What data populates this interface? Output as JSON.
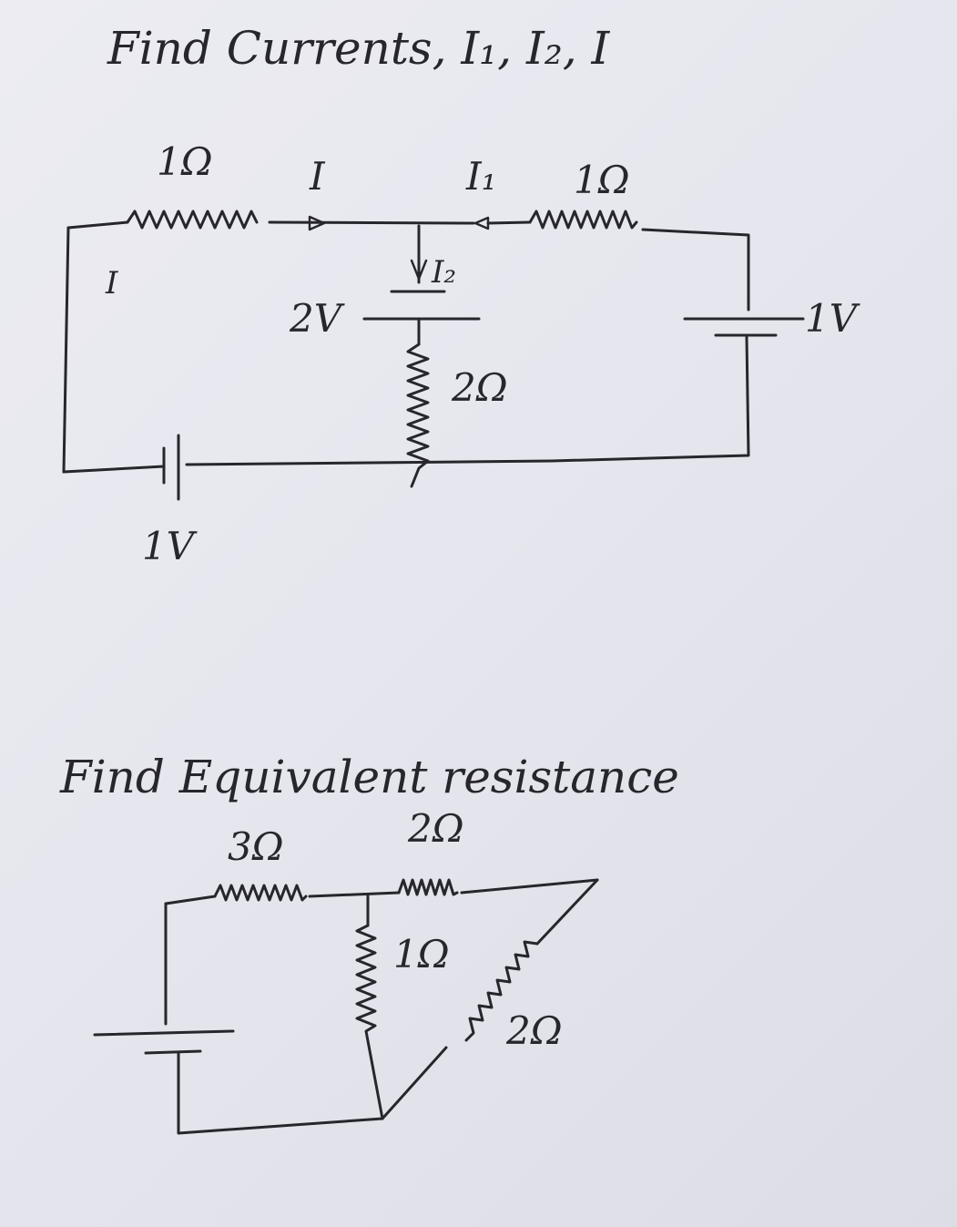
{
  "problem1": {
    "title": "Find Currents, I₁, I₂, I",
    "labels": {
      "r_top_left": "1Ω",
      "current_I": "I",
      "current_I1": "I₁",
      "r_top_right": "1Ω",
      "loop_current": "I",
      "current_I2": "I₂",
      "battery_mid": "2V",
      "r_mid": "2Ω",
      "battery_right": "1V",
      "battery_bottom": "1V"
    }
  },
  "problem2": {
    "title": "Find Equivalent resistance",
    "labels": {
      "r_left": "3Ω",
      "r_top": "2Ω",
      "r_mid": "1Ω",
      "r_diag": "2Ω"
    }
  },
  "ink_color": "#26262c",
  "paper_color": "#e6e6ee"
}
